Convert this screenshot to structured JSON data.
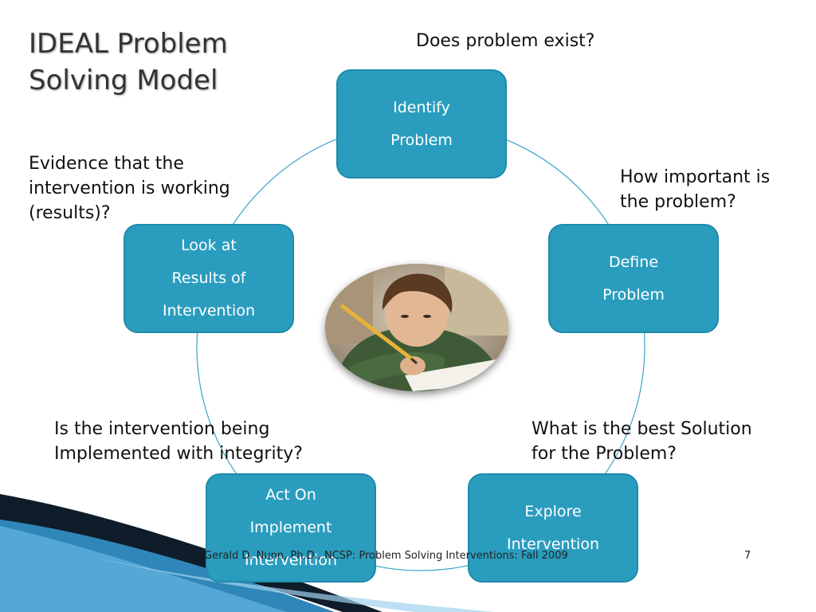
{
  "title": "IDEAL Problem Solving Model",
  "questions": {
    "top": "Does problem exist?",
    "right": "How important is\nthe problem?",
    "left": "Evidence that the\nintervention is working\n(results)?",
    "bottom_left": "Is the intervention being\nImplemented with integrity?",
    "bottom_right": "What is the best Solution\nfor the Problem?"
  },
  "boxes": {
    "identify": [
      "Identify",
      "Problem"
    ],
    "define": [
      "Define",
      "Problem"
    ],
    "look": [
      "Look at",
      "Results of",
      "Intervention"
    ],
    "act": [
      "Act On",
      "Implement",
      "Intervention"
    ],
    "explore": [
      "Explore",
      "Intervention"
    ]
  },
  "photo": {
    "icon": "child-writing-photo"
  },
  "footer": {
    "text": "Gerald D. Nunn, Ph.D., NCSP: Problem Solving Interventions: Fall 2009",
    "page": "7"
  },
  "colors": {
    "box_fill": "#2a9dbf",
    "ring": "#3aa6c6",
    "corner_dark": "#0f1c2a",
    "corner_blue": "#2f86b8"
  }
}
